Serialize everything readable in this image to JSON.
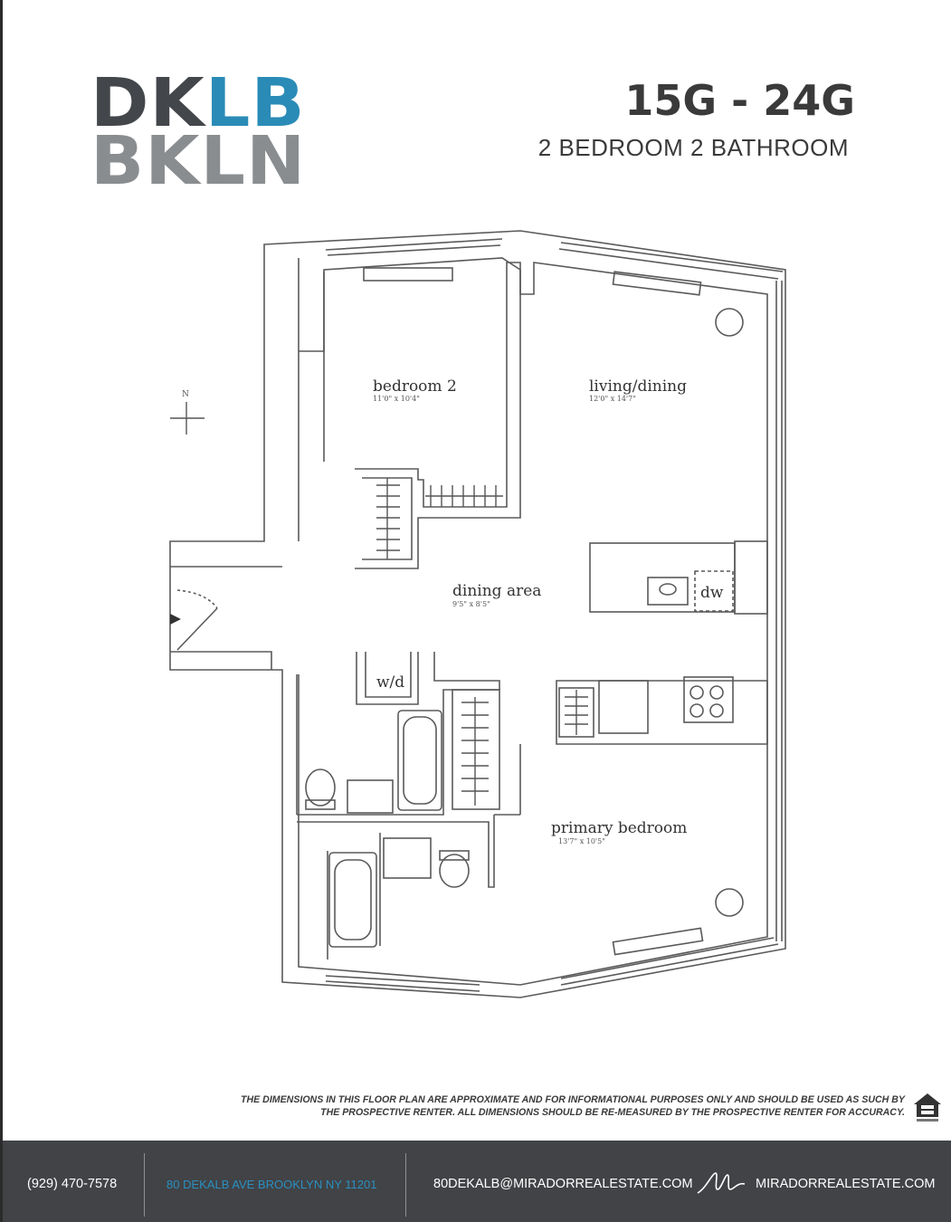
{
  "brand": {
    "logo_line1_a": "DK",
    "logo_line1_b": "LB",
    "logo_line2": "BKLN",
    "accent_color": "#2a8bb7"
  },
  "unit": {
    "title": "15G - 24G",
    "subtitle": "2 BEDROOM 2 BATHROOM"
  },
  "plan": {
    "compass_label": "N",
    "rooms": [
      {
        "name": "bedroom 2",
        "dims": "11'0\" x 10'4\""
      },
      {
        "name": "living/dining",
        "dims": "12'0\" x 14'7\""
      },
      {
        "name": "dining area",
        "dims": "9'5\" x 8'5\""
      },
      {
        "name": "primary bedroom",
        "dims": "13'7\" x 10'5\""
      }
    ],
    "fixtures": {
      "dishwasher": "dw",
      "washer_dryer": "w/d"
    }
  },
  "disclaimer": {
    "line1": "THE DIMENSIONS IN THIS FLOOR PLAN ARE APPROXIMATE AND FOR INFORMATIONAL PURPOSES ONLY AND SHOULD BE USED AS SUCH BY",
    "line2": "THE PROSPECTIVE RENTER. ALL DIMENSIONS SHOULD BE RE-MEASURED BY THE PROSPECTIVE RENTER FOR ACCURACY."
  },
  "footer": {
    "phone": "(929) 470-7578",
    "address": "80 DEKALB AVE BROOKLYN NY 11201",
    "email": "80DEKALB@MIRADORREALESTATE.COM",
    "website": "MIRADORREALESTATE.COM",
    "background_color": "#414346",
    "address_color": "#2b8fc0"
  }
}
